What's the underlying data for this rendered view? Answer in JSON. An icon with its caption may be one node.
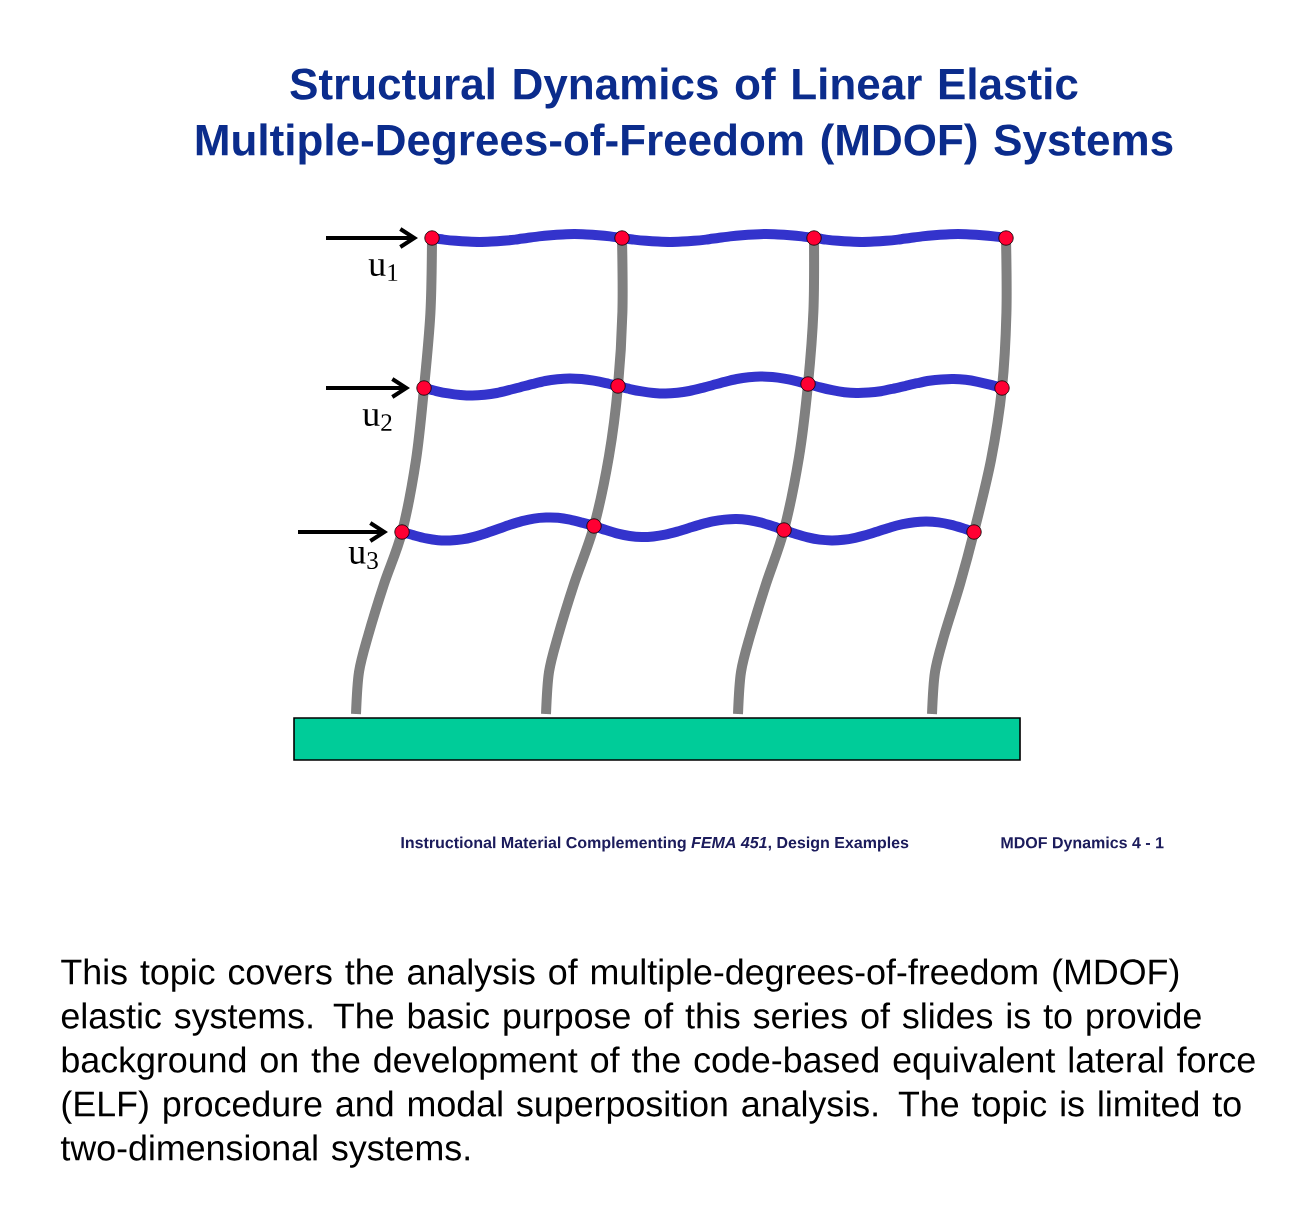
{
  "diagram": {
    "title": "Structural Dynamics of Linear Elastic Multiple-Degrees-of-Freedom (MDOF) Systems",
    "labels": [
      "u$_{1}$",
      "u$_{2}$",
      "u$_{3}$",
      "Instructional Material Complementing *FEMA 451*, Design Examples",
      "MDOF Dynamics 4 - 1"
    ],
    "caption": "This topic covers the analysis of multiple-degrees-of-freedom (MDOF) elastic systems.  The basic purpose of this series of slides is to provide background on the development of the code-based equivalent lateral force (ELF) procedure and modal superposition analysis.  The topic is limited to two-dimensional systems."
  }
}
